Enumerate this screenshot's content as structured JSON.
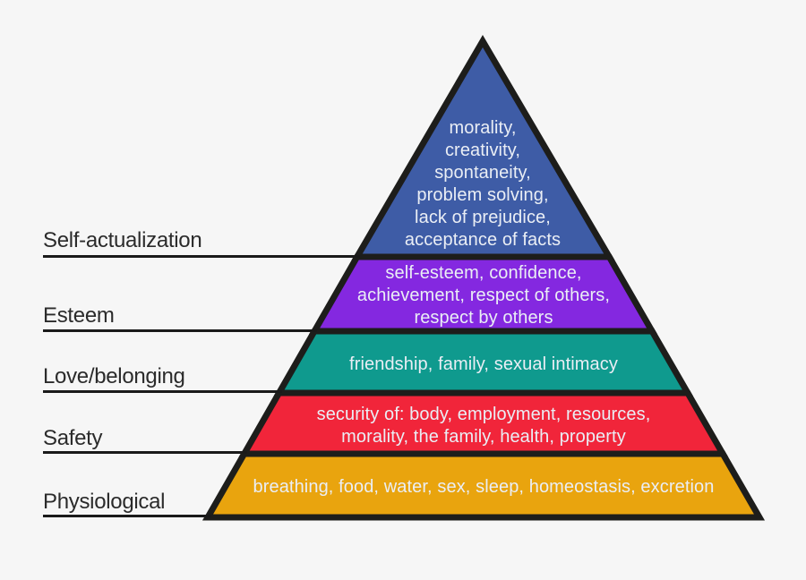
{
  "diagram": "Maslow hierarchy of needs pyramid",
  "colors": {
    "background": "#f6f6f6",
    "outline": "#1d1d1b",
    "label_text": "#2b2b2b",
    "band_text": "#eaeef5"
  },
  "levels": [
    {
      "label": "Self-actualization",
      "color": "#3e5ca6",
      "items": "morality,\ncreativity,\nspontaneity,\nproblem solving,\nlack of prejudice,\nacceptance of facts"
    },
    {
      "label": "Esteem",
      "color": "#8428e0",
      "items": "self-esteem, confidence,\nachievement, respect of others,\nrespect by others"
    },
    {
      "label": "Love/belonging",
      "color": "#0f9a8e",
      "items": "friendship, family, sexual intimacy"
    },
    {
      "label": "Safety",
      "color": "#f1253a",
      "items": "security of: body, employment, resources,\nmorality, the family, health, property"
    },
    {
      "label": "Physiological",
      "color": "#e9a40e",
      "items": "breathing, food, water, sex, sleep, homeostasis, excretion"
    }
  ]
}
